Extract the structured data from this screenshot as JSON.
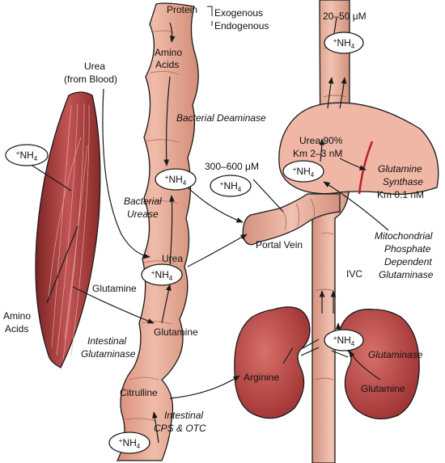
{
  "labels": {
    "protein": "Protein",
    "exogenous": "Exogenous",
    "endogenous": "Endogenous",
    "amino_acids_gut_1": "Amino",
    "amino_acids_gut_2": "Acids",
    "bacterial_deaminase": "Bacterial Deaminase",
    "urea_from_blood_1": "Urea",
    "urea_from_blood_2": "(from Blood)",
    "bacterial_urease_1": "Bacterial",
    "bacterial_urease_2": "Urease",
    "urea_gut": "Urea",
    "glutamine_muscle": "Glutamine",
    "glutamine_gut": "Glutamine",
    "intestinal_glutaminase_1": "Intestinal",
    "intestinal_glutaminase_2": "Glutaminase",
    "citrulline": "Citrulline",
    "intestinal_cps_1": "Intestinal",
    "intestinal_cps_2": "CPS & OTC",
    "amino_acids_muscle_1": "Amino",
    "amino_acids_muscle_2": "Acids",
    "conc_portal": "300–600 μM",
    "conc_hepatic": "20–50 μM",
    "portal_vein": "Portal Vein",
    "urea_liver": "Urea 90%",
    "km_urea": "Km 2–3 nM",
    "glutamine_synthase_1": "Glutamine",
    "glutamine_synthase_2": "Synthase",
    "km_gs": "Km 0.1 nM",
    "mito_1": "Mitochondrial",
    "mito_2": "Phosphate",
    "mito_3": "Dependent",
    "mito_4": "Glutaminase",
    "ivc": "IVC",
    "arginine": "Arginine",
    "glutaminase_kidney": "Glutaminase",
    "glutamine_kidney": "Glutamine"
  },
  "ammonium": {
    "base": "NH",
    "charge": "+",
    "subscript": "4"
  },
  "colors": {
    "outline": "#1a1a1a",
    "muscle": "#a83a3a",
    "intestine": "#e3a994",
    "liver": "#f0b4a4",
    "kidney": "#b5413f",
    "vessel": "#e8ab97",
    "fissure": "#c0202a"
  }
}
